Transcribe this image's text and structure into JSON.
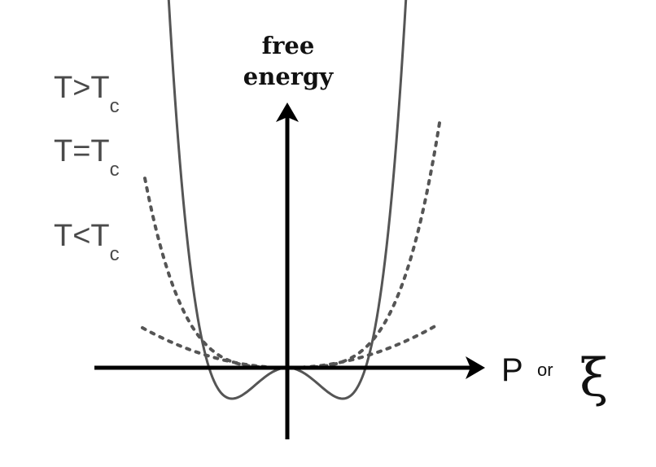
{
  "diagram": {
    "y_axis_label_line1": "free",
    "y_axis_label_line2": "energy",
    "x_axis_label_p": "P",
    "x_axis_label_or": "or",
    "x_axis_label_xi": "ξ",
    "curves": [
      {
        "id": "above",
        "label_main": "T>T",
        "label_sub": "c",
        "style": "dotted"
      },
      {
        "id": "critical",
        "label_main": "T=T",
        "label_sub": "c",
        "style": "dotted"
      },
      {
        "id": "below",
        "label_main": "T<T",
        "label_sub": "c",
        "style": "solid"
      }
    ],
    "colors": {
      "axes": "#000000",
      "curves": "#555555",
      "labels": "#4a4a4a"
    }
  }
}
